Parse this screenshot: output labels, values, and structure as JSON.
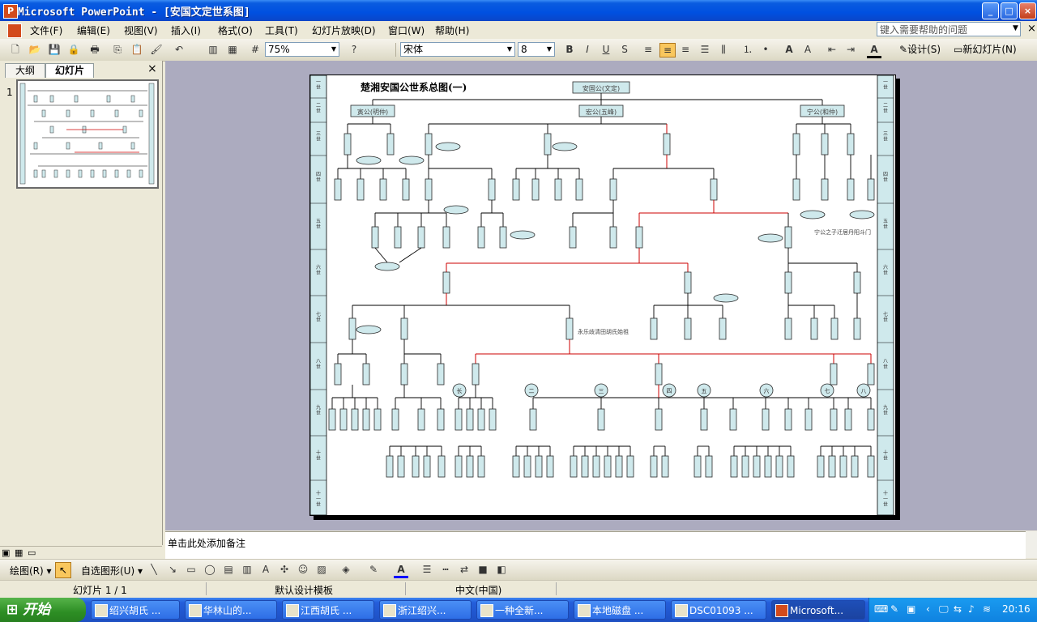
{
  "window": {
    "title": "Microsoft PowerPoint - [安国文定世系图]",
    "app_icon_text": "P",
    "buttons": {
      "minimize": "_",
      "maximize": "□",
      "close": "×"
    }
  },
  "menu": {
    "items": [
      "文件(F)",
      "编辑(E)",
      "视图(V)",
      "插入(I)",
      "格式(O)",
      "工具(T)",
      "幻灯片放映(D)",
      "窗口(W)",
      "帮助(H)"
    ],
    "help_placeholder": "键入需要帮助的问题",
    "close_glyph": "×"
  },
  "toolbar": {
    "zoom": "75%",
    "font_name": "宋体",
    "font_size": "8",
    "design_label": "设计(S)",
    "new_slide_label": "新幻灯片(N)"
  },
  "left_pane": {
    "tabs": [
      "大纲",
      "幻灯片"
    ],
    "close_glyph": "×",
    "slide_number": "1"
  },
  "slide": {
    "title": "楚湘安国公世系总图(一)",
    "root": "安国公(文定)",
    "branches": [
      "寅公(明仲)",
      "宏公(五峰)",
      "宁公(和仲)"
    ],
    "annotation_right": "宁公之子迁居丹阳斗门",
    "annotation_mid": "永乐歧清田胡氏始祖",
    "generation_labels": [
      "一世",
      "二世",
      "三世",
      "四世",
      "五世",
      "六世",
      "七世",
      "八世",
      "九世",
      "十世",
      "十一世"
    ],
    "circle_labels": [
      "长",
      "二",
      "三",
      "四",
      "五",
      "六",
      "七",
      "八"
    ]
  },
  "notes": {
    "placeholder": "单击此处添加备注"
  },
  "draw_toolbar": {
    "draw_label": "绘图(R)",
    "autoshape_label": "自选图形(U)"
  },
  "status": {
    "slide_count": "幻灯片 1 / 1",
    "template": "默认设计模板",
    "language": "中文(中国)"
  },
  "taskbar": {
    "start": "开始",
    "tasks": [
      "绍兴胡氏 ...",
      "华林山的...",
      "江西胡氏 ...",
      "浙江绍兴...",
      "一种全新...",
      "本地磁盘 ...",
      "DSC01093 ...",
      "Microsoft..."
    ],
    "clock": "20:16"
  }
}
